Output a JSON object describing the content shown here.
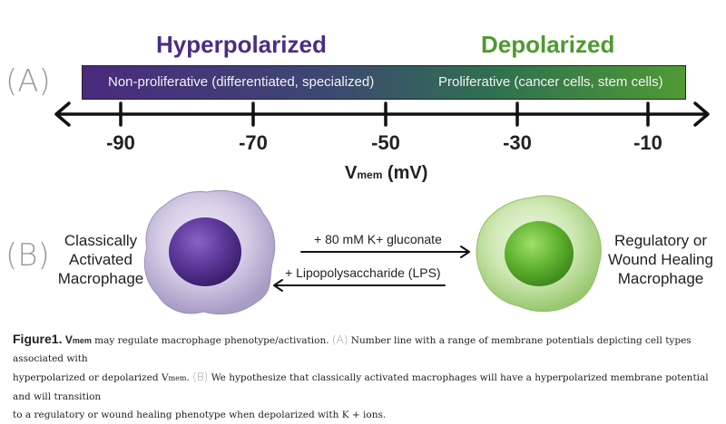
{
  "panel_a": {
    "letter": "(A)",
    "title_left": "Hyperpolarized",
    "title_right": "Depolarized",
    "bar_text_left": "Non-proliferative (differentiated, specialized)",
    "bar_text_right": "Proliferative (cancer cells, stem cells)",
    "ticks": [
      "-90",
      "-70",
      "-50",
      "-30",
      "-10"
    ],
    "axis_label_main": "V",
    "axis_label_sub": "mem",
    "axis_label_unit": " (mV)",
    "colors": {
      "hyperpolarized": "#4b2d83",
      "depolarized": "#4e9a2f"
    }
  },
  "panel_b": {
    "letter": "(B)",
    "left_cell_label": [
      "Classically",
      "Activated",
      "Macrophage"
    ],
    "right_cell_label": [
      "Regulatory or",
      "Wound Healing",
      "Macrophage"
    ],
    "arrow_forward_label": "+ 80 mM K+ gluconate",
    "arrow_back_label": "+ Lipopolysaccharide (LPS)"
  },
  "caption": {
    "fig_label": "Figure1.",
    "vmem_main": "V",
    "vmem_sub": "mem",
    "line1_rest": " may regulate macrophage phenotype/activation.",
    "letter_a": "(A)",
    "line1_a": " Number line with a range of membrane potentials depicting cell types associated with",
    "line2_pre": "hyperpolarized or depolarized V",
    "line2_sub": "mem",
    "line2_dot": ".",
    "letter_b": "(B)",
    "line2_b": " We hypothesize that classically activated macrophages will have a hyperpolarized membrane potential and will transition",
    "line3": "to a regulatory or wound healing phenotype when depolarized with K + ions."
  }
}
